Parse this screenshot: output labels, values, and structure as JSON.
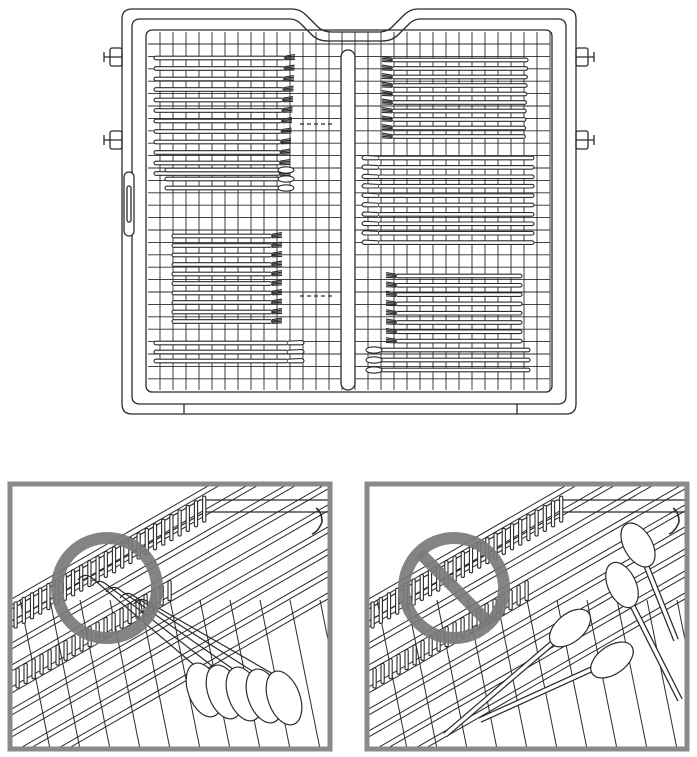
{
  "figure": {
    "description_text": "",
    "colors": {
      "line": "#2b2b2b",
      "frame": "#8a8a8a",
      "symbol": "#7a7a7a",
      "paper": "#ffffff"
    }
  },
  "rack": {
    "name": "cutlery-rack-top-view",
    "left_group": [
      "forks",
      "spoons",
      "forks",
      "knives"
    ],
    "right_group": [
      "forks",
      "knives",
      "forks",
      "spoons"
    ]
  },
  "panels": [
    {
      "name": "panel-wrong-nesting",
      "symbol": "prohibited-circle"
    },
    {
      "name": "panel-wrong-loose",
      "symbol": "prohibited-circle-slash"
    }
  ]
}
